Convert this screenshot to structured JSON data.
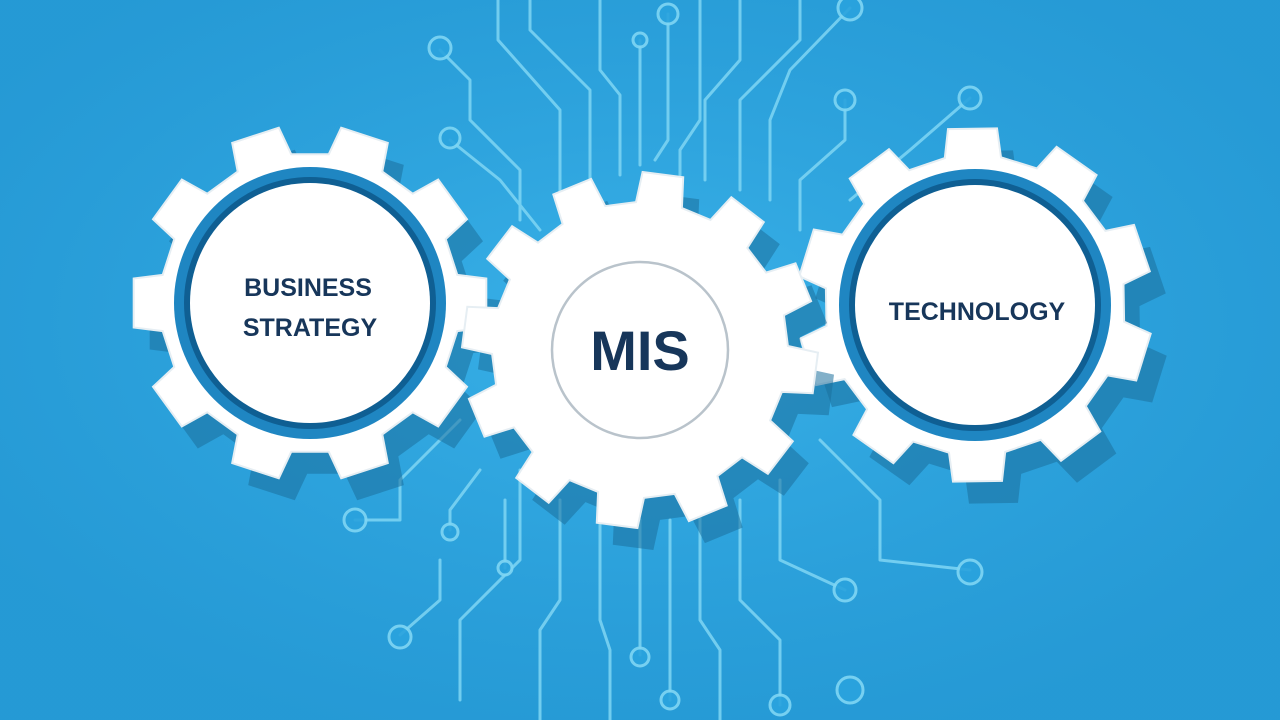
{
  "colors": {
    "background": "#2aa3de",
    "circuit_line": "#7fd6f4",
    "gear_fill": "#ffffff",
    "gear_shadow": "#1b6f9c",
    "ring_accent": "#1f86c2",
    "label_text": "#17365a"
  },
  "gears": {
    "left": {
      "label_line1": "BUSINESS",
      "label_line2": "STRATEGY"
    },
    "center": {
      "label": "MIS"
    },
    "right": {
      "label": "TECHNOLOGY"
    }
  },
  "icons": [
    "gear-icon",
    "circuit-board-icon"
  ]
}
